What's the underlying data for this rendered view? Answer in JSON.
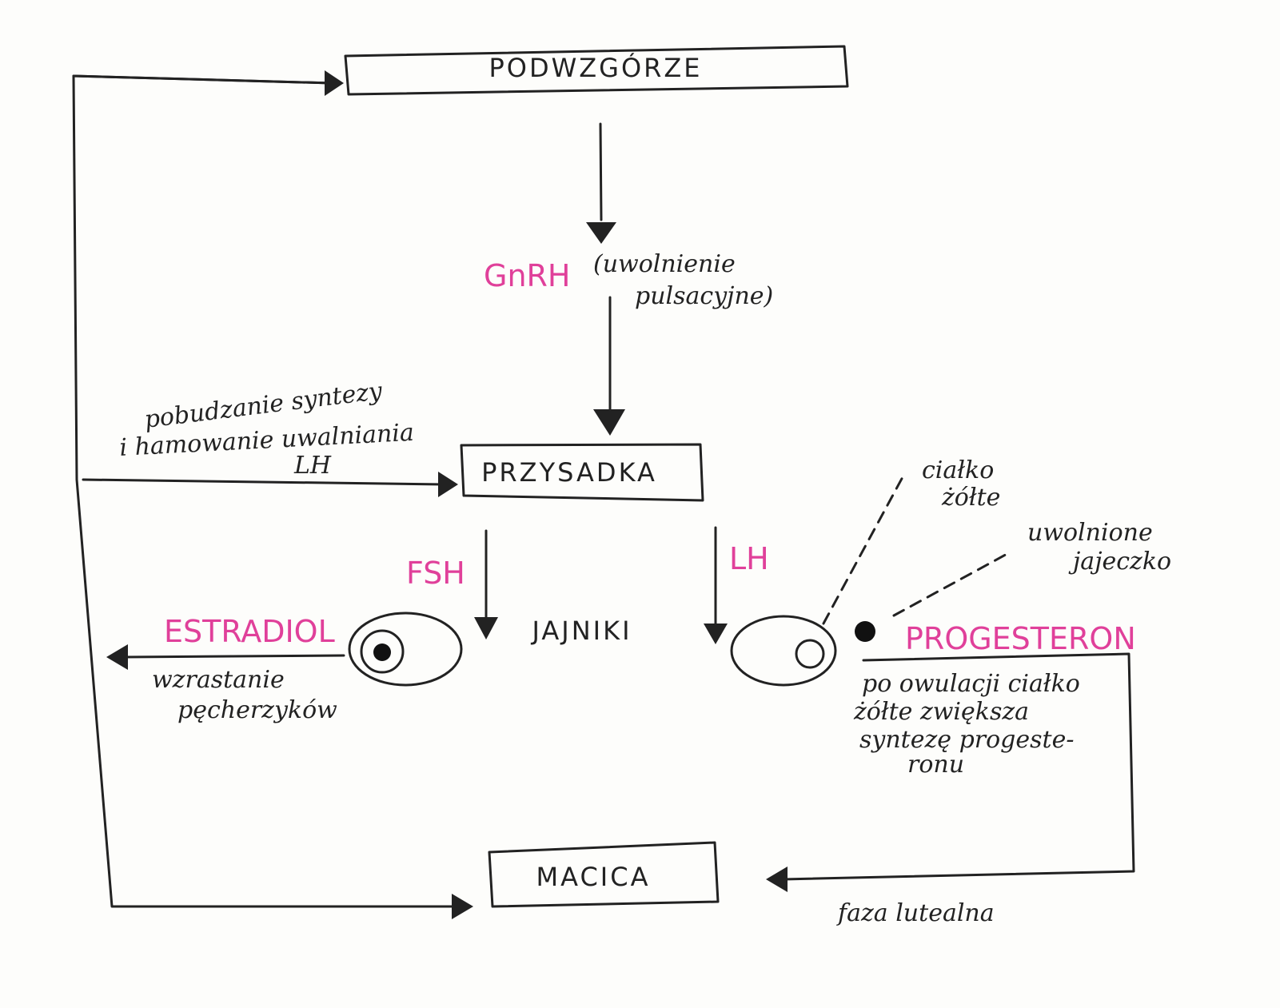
{
  "boxes": {
    "hypothalamus": "PODWZGÓRZE",
    "pituitary": "PRZYSADKA",
    "ovaries": "JAJNIKI",
    "uterus": "MACICA"
  },
  "hormones": {
    "gnrh": "GnRH",
    "gnrh_note_line1": "(uwolnienie",
    "gnrh_note_line2": "pulsacyjne)",
    "fsh": "FSH",
    "lh": "LH",
    "estradiol": "ESTRADIOL",
    "progesterone": "PROGESTERON"
  },
  "notes": {
    "feedback_line1": "pobudzanie syntezy",
    "feedback_line2": "i hamowanie uwalniania",
    "feedback_line3": "LH",
    "follicle_line1": "wzrastanie",
    "follicle_line2": "pęcherzyków",
    "corpus_line1": "ciałko",
    "corpus_line2": "żółte",
    "egg_line1": "uwolnione",
    "egg_line2": "jajeczko",
    "ovulation_line1": "po owulacji ciałko",
    "ovulation_line2": "żółte zwiększa",
    "ovulation_line3": "syntezę progeste-",
    "ovulation_line4": "ronu",
    "luteal_phase": "faza lutealna"
  },
  "colors": {
    "ink": "#222222",
    "hormone_pink": "#e0409a"
  }
}
